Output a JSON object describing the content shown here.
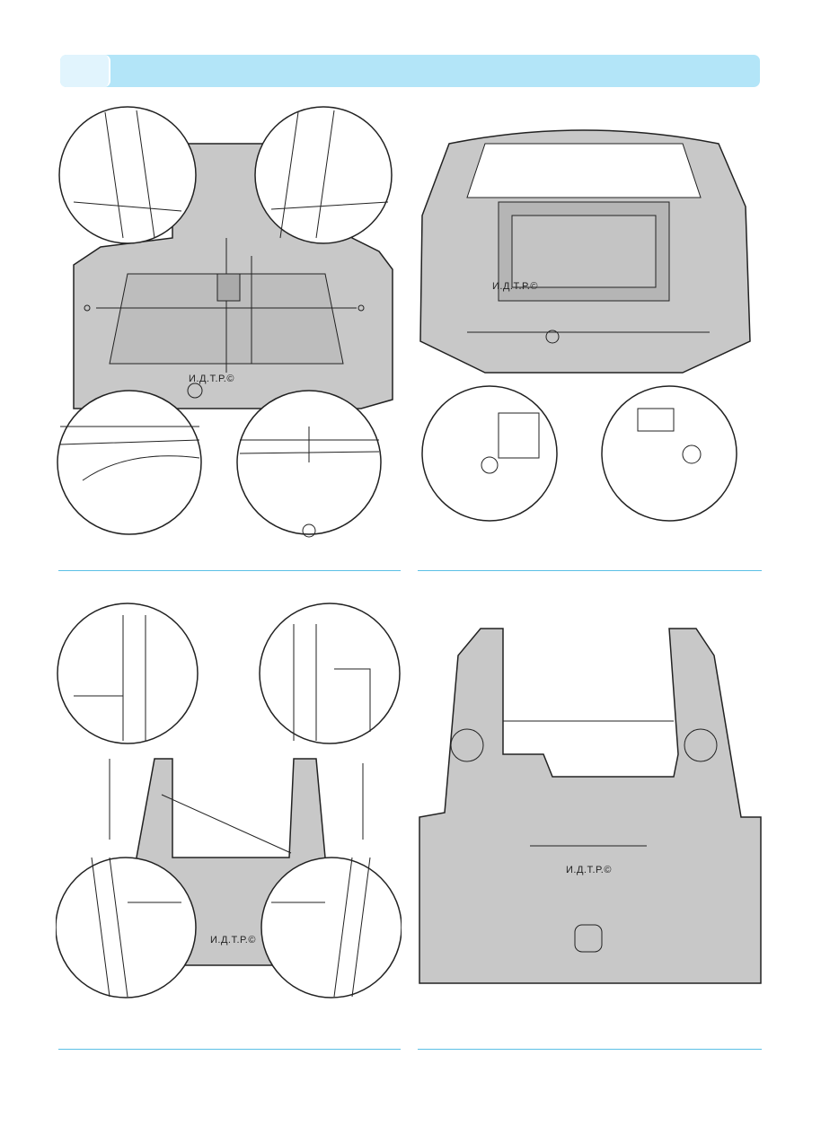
{
  "watermark": "И.Д.Т.Р.©",
  "figures": [
    {
      "name": "rear-opening-top-view",
      "watermark": "И.Д.Т.Р.©"
    },
    {
      "name": "rear-body-back-view",
      "watermark": "И.Д.Т.Р.©"
    },
    {
      "name": "rear-floor-side-members",
      "watermark": "И.Д.Т.Р.©"
    },
    {
      "name": "rear-floor-underbody",
      "watermark": "И.Д.Т.Р.©"
    }
  ],
  "colors": {
    "header": "#b3e5f8",
    "header_tab": "#e1f4fd",
    "rule": "#5bc0e6",
    "body_fill": "#c8c8c8"
  }
}
